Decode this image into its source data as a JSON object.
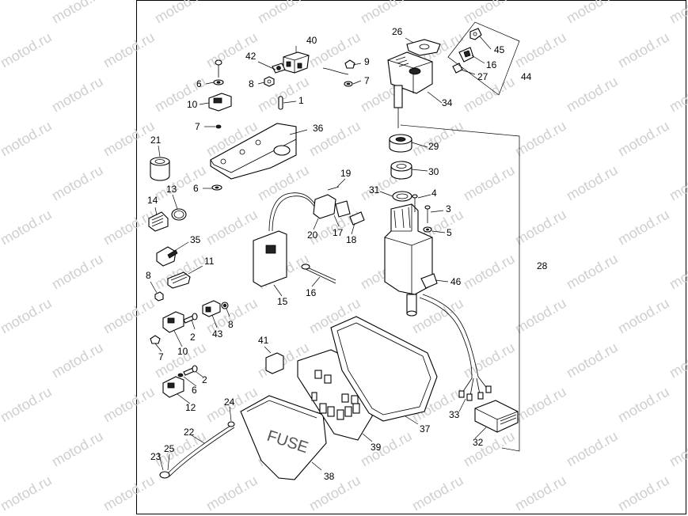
{
  "watermark": {
    "text": "motod.ru"
  },
  "fuse_cover_text": "FUSE",
  "callouts": [
    "40",
    "42",
    "9",
    "7",
    "6",
    "8",
    "1",
    "10",
    "7",
    "36",
    "21",
    "13",
    "14",
    "6",
    "19",
    "35",
    "11",
    "8",
    "20",
    "17",
    "18",
    "15",
    "16",
    "2",
    "43",
    "8",
    "10",
    "7",
    "41",
    "6",
    "2",
    "12",
    "24",
    "22",
    "23",
    "25",
    "38",
    "39",
    "37",
    "26",
    "45",
    "16",
    "27",
    "44",
    "34",
    "29",
    "30",
    "31",
    "4",
    "3",
    "5",
    "28",
    "46",
    "33",
    "32"
  ]
}
